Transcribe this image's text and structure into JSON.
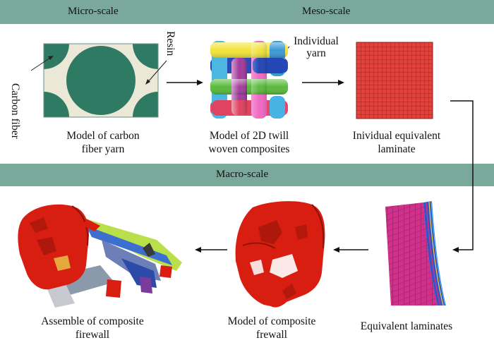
{
  "bands": {
    "micro": "Micro-scale",
    "meso": "Meso-scale",
    "macro": "Macro-scale"
  },
  "labels": {
    "carbon_fiber": "Carbon fiber",
    "resin": "Resin",
    "individual_yarn": "Individual\nyarn"
  },
  "captions": {
    "yarn_model": "Model of carbon\nfiber yarn",
    "twill_model": "Model of 2D twill\nwoven composites",
    "equiv_laminate": "Inividual equivalent\nlaminate",
    "equiv_laminates": "Equivalent laminates",
    "composite_firewall": "Model of composite\nfrewall",
    "assembly": "Assemble of composite\nfirewall"
  },
  "colors": {
    "band": "#7aa99b",
    "fiber": "#2f7a63",
    "resin": "#ece8d8",
    "laminate": "#e2423a",
    "firewall_red": "#d81e10"
  }
}
